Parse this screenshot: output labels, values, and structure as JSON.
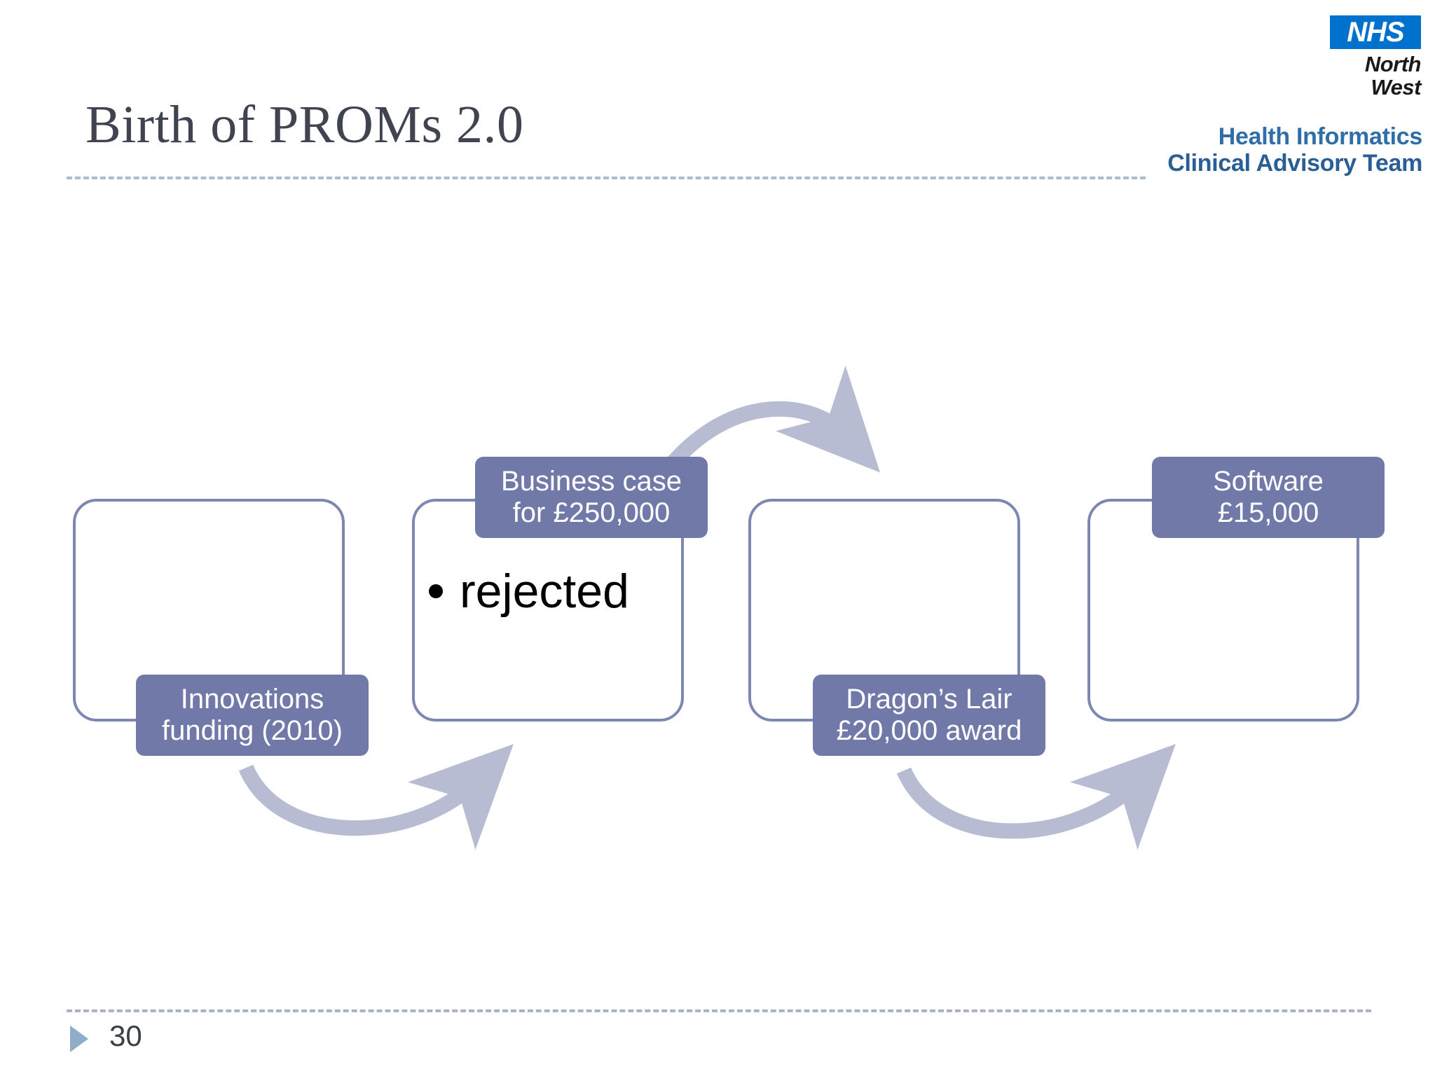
{
  "slide": {
    "title": "Birth of PROMs 2.0",
    "page_number": "30"
  },
  "logo": {
    "nhs_word": "NHS",
    "region": "North West",
    "team_line1": "Health Informatics",
    "team_line2": "Clinical Advisory Team",
    "nhs_blue": "#0072ce",
    "team_blue": "#2f6ea8"
  },
  "diagram": {
    "accent_fill": "#7179a8",
    "outline_color": "#7d88b0",
    "arrow_color": "#b8bcd2",
    "stages": [
      {
        "label": "Innovations\nfunding (2010)",
        "body": ""
      },
      {
        "label": "Business case\nfor £250,000",
        "body": "rejected"
      },
      {
        "label": "Dragon’s Lair\n£20,000 award",
        "body": ""
      },
      {
        "label": "Software\n£15,000",
        "body": ""
      }
    ],
    "arrows": [
      {
        "from": "Innovations funding (2010)",
        "to": "Business case for £250,000",
        "direction": "down-curve"
      },
      {
        "from": "Business case for £250,000",
        "to": "Dragon’s Lair £20,000 award",
        "direction": "up-arc"
      },
      {
        "from": "Dragon’s Lair £20,000 award",
        "to": "Software £15,000",
        "direction": "down-curve"
      }
    ]
  }
}
